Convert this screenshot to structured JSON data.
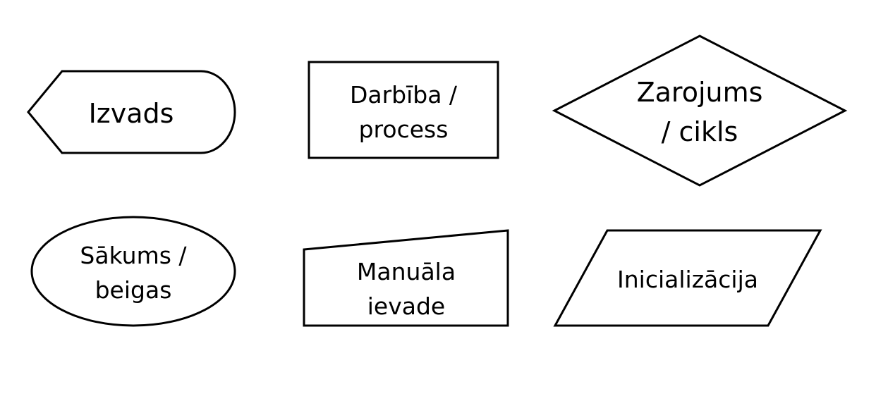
{
  "diagram": {
    "shapes": [
      {
        "id": "output",
        "kind": "display",
        "lines": [
          "Izvads"
        ]
      },
      {
        "id": "process",
        "kind": "rectangle",
        "lines": [
          "Darbība /",
          "process"
        ]
      },
      {
        "id": "decision",
        "kind": "diamond",
        "lines": [
          "Zarojums",
          "/ cikls"
        ]
      },
      {
        "id": "terminator",
        "kind": "ellipse",
        "lines": [
          "Sākums /",
          "beigas"
        ]
      },
      {
        "id": "manual-input",
        "kind": "manual-input",
        "lines": [
          "Manuāla",
          "ievade"
        ]
      },
      {
        "id": "initialization",
        "kind": "parallelogram",
        "lines": [
          "Inicializācija"
        ]
      }
    ],
    "colors": {
      "stroke": "#000000",
      "fill": "#ffffff",
      "text": "#000000"
    }
  }
}
